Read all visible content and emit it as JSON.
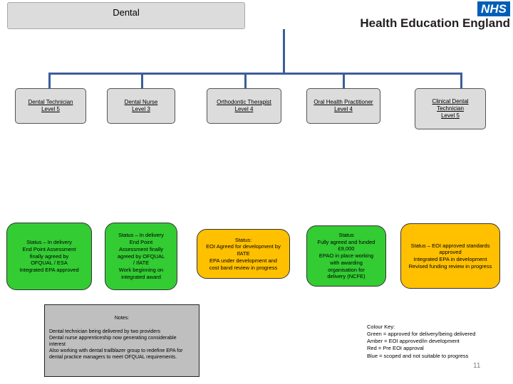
{
  "title": "Dental",
  "logo": {
    "nhs": "NHS",
    "org": "Health Education England"
  },
  "roles": [
    {
      "lines": [
        "Dental Technician",
        "Level 5"
      ]
    },
    {
      "lines": [
        "Dental Nurse",
        "Level 3"
      ]
    },
    {
      "lines": [
        "Orthodontic Therapist",
        "Level 4"
      ]
    },
    {
      "lines": [
        "Oral Health Practitioner",
        "Level 4"
      ]
    },
    {
      "lines": [
        "Clinical Dental",
        "Technician",
        "Level 5"
      ]
    }
  ],
  "statuses": [
    {
      "color": "#33cc33",
      "lines": [
        "Status – In delivery",
        "End Point Assessment",
        "finally agreed by",
        "OFQUAL / ESA",
        "Integrated EPA approved"
      ]
    },
    {
      "color": "#33cc33",
      "lines": [
        "Status – In delivery",
        "End Point",
        "Assessment finally",
        "agreed by OFQUAL",
        "/ IfATE",
        "Work beginning on",
        "integrated award"
      ]
    },
    {
      "color": "#ffc000",
      "lines": [
        "Status:",
        "EOI Agreed for development by",
        "IfATE",
        "EPA under development and",
        "cost band review in progress"
      ]
    },
    {
      "color": "#33cc33",
      "lines": [
        "Status",
        "Fully agreed and funded",
        "£9,000",
        "EPAO in place working",
        "with awarding",
        "organisation for",
        "delivery (NCFE)"
      ]
    },
    {
      "color": "#ffc000",
      "lines": [
        "Status – EOI approved standards",
        "approved",
        "Integrated EPA in development",
        "Revised funding review in progress"
      ]
    }
  ],
  "notes": {
    "title": "Notes:",
    "lines": [
      "Dental technician being delivered by two providers",
      "Dental nurse apprenticeship now generating considerable",
      "interest",
      "Also working with dental trailblazer group to redefine EPA for",
      "dental practice managers to meet OFQUAL requirements."
    ]
  },
  "colour_key": {
    "title": "Colour Key:",
    "items": [
      "Green = approved for delivery/being delivered",
      "Amber = EOI approved/in development",
      "Red = Pre EOI approval",
      "Blue = scoped and not suitable to progress"
    ]
  },
  "page_number": "11"
}
